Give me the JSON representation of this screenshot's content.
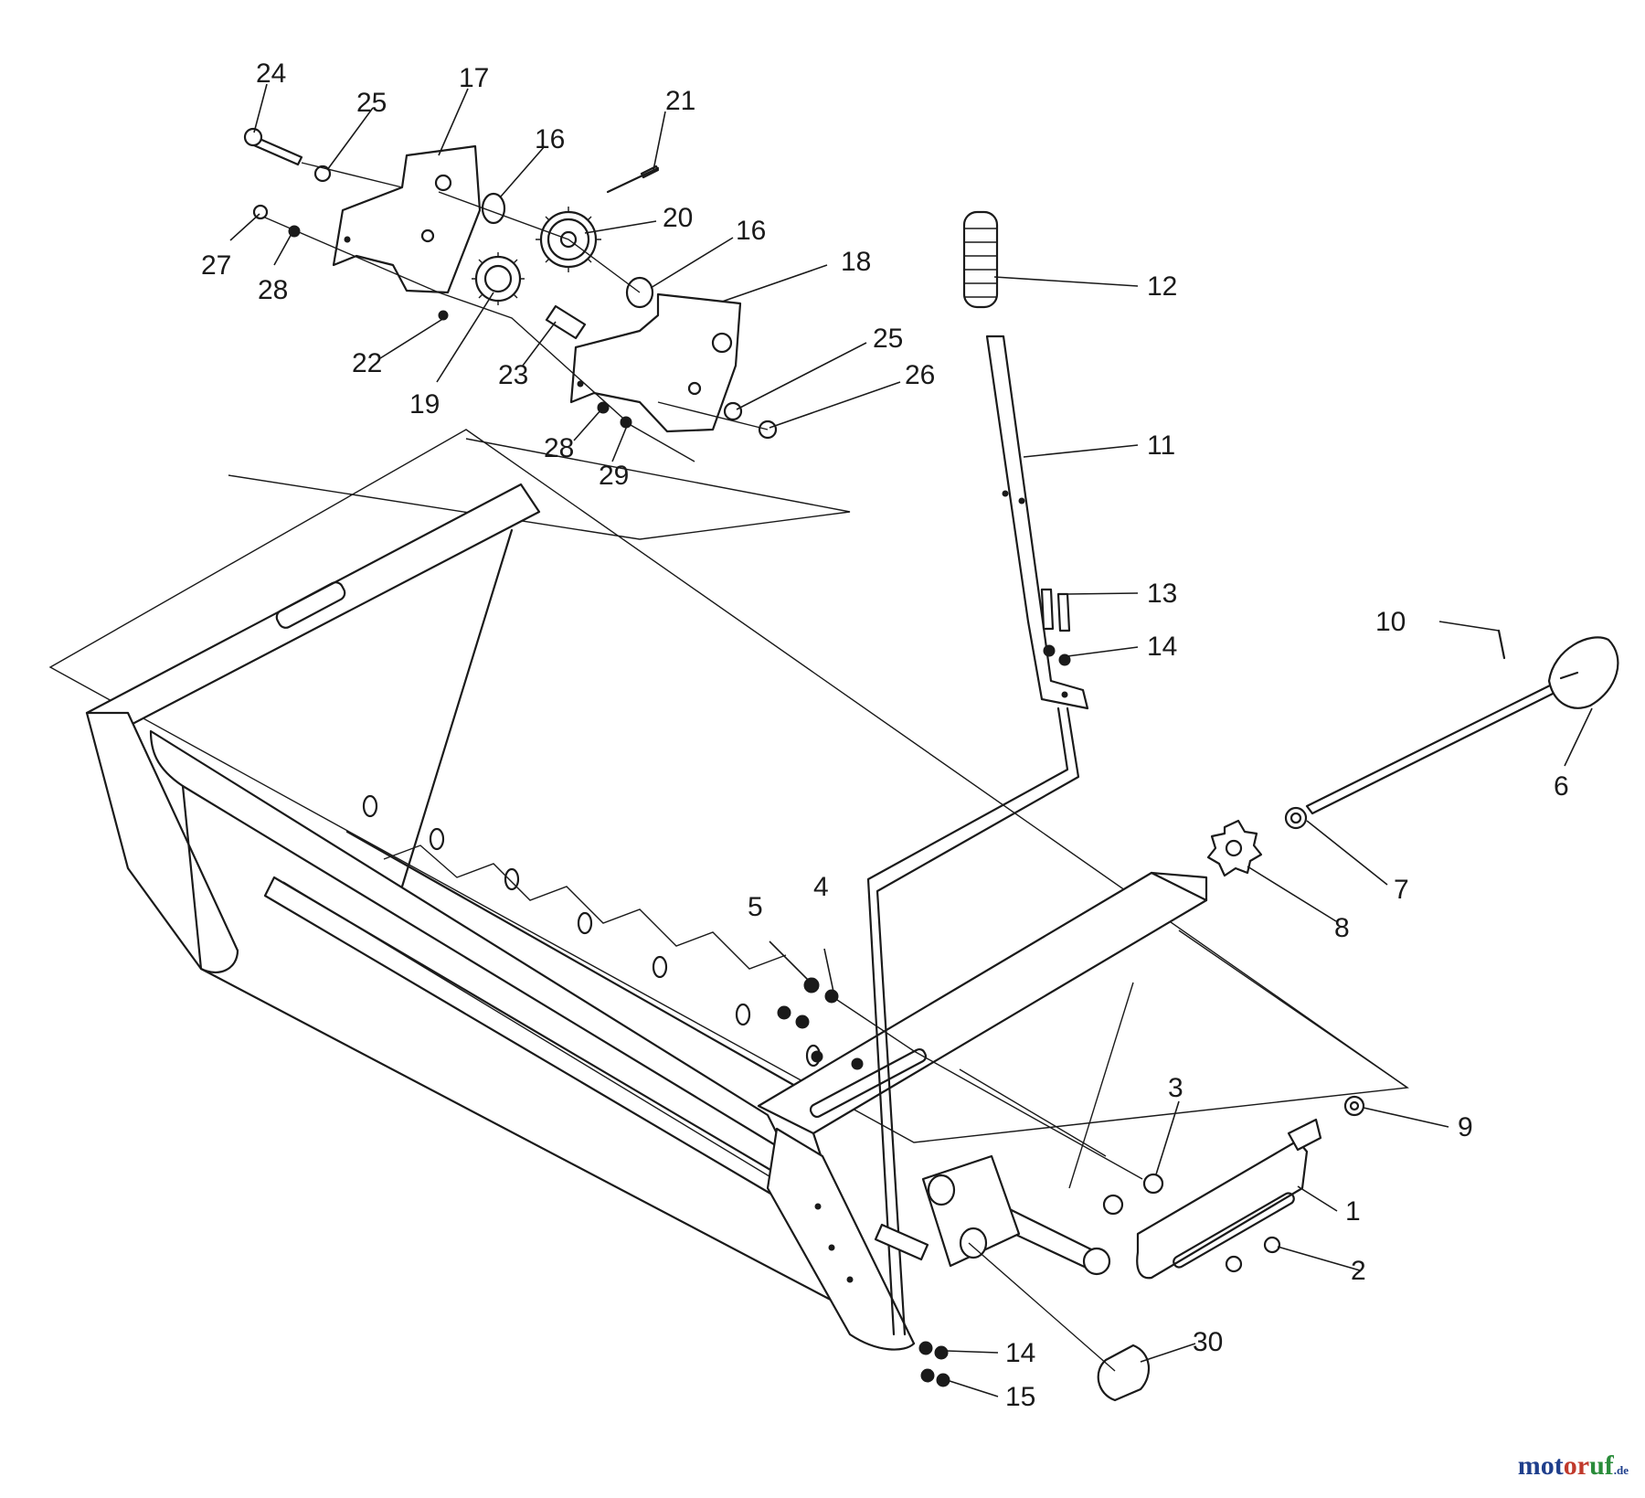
{
  "diagram": {
    "callouts": {
      "c1": "1",
      "c2": "2",
      "c3": "3",
      "c4": "4",
      "c5": "5",
      "c6": "6",
      "c7": "7",
      "c8": "8",
      "c9": "9",
      "c10": "10",
      "c11": "11",
      "c12": "12",
      "c13": "13",
      "c14a": "14",
      "c14b": "14",
      "c15": "15",
      "c16a": "16",
      "c16b": "16",
      "c17": "17",
      "c18": "18",
      "c19": "19",
      "c20": "20",
      "c21": "21",
      "c22": "22",
      "c23": "23",
      "c24": "24",
      "c25a": "25",
      "c25b": "25",
      "c26": "26",
      "c27": "27",
      "c28a": "28",
      "c28b": "28",
      "c29": "29",
      "c30": "30"
    }
  },
  "watermark": {
    "part_a": "mot",
    "part_b": "or",
    "part_c": "uf",
    "tld": ".de"
  },
  "colors": {
    "ink": "#1a1a1a",
    "watermark_blue": "#1f3f8c",
    "watermark_red": "#c0392b",
    "watermark_green": "#2a8c3a"
  }
}
